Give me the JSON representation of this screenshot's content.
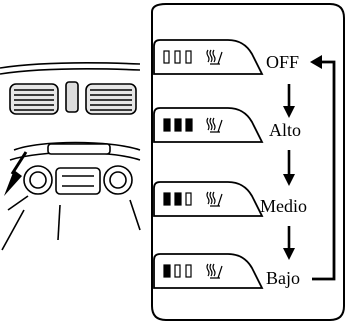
{
  "figure": {
    "modes": [
      {
        "label": "OFF",
        "lit_bars": 0
      },
      {
        "label": "Alto",
        "lit_bars": 3
      },
      {
        "label": "Medio",
        "lit_bars": 2
      },
      {
        "label": "Bajo",
        "lit_bars": 1
      }
    ],
    "colors": {
      "ink": "#000000",
      "paper": "#ffffff",
      "vent_gray": "#cfcfcf"
    },
    "icons": {
      "switch": "seat-heater-switch-icon",
      "heater": "seat-heater-symbol-icon",
      "cycle": "cycle-arrow-icon"
    }
  }
}
